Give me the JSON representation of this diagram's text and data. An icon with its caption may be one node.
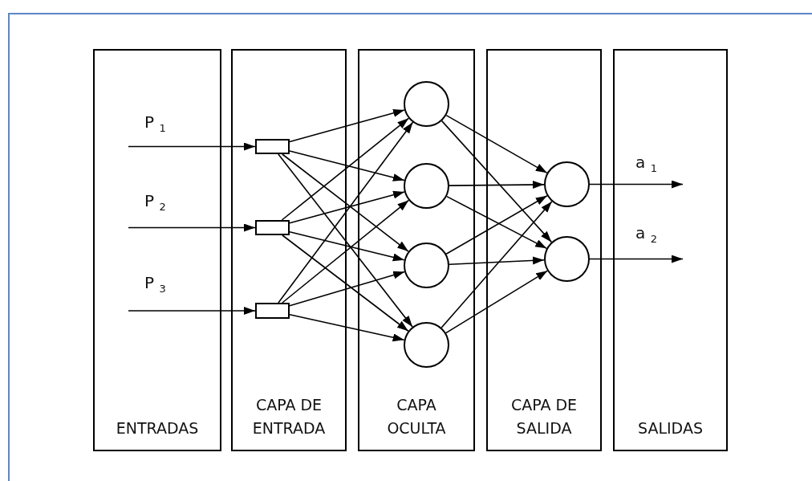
{
  "diagram": {
    "nodes": [
      {
        "text": [
          "ENTRADAS"
        ]
      },
      {
        "text": [
          "CAPA DE ENTRADA"
        ]
      },
      {
        "text": [
          "CAPA OCULTA"
        ]
      },
      {
        "text": [
          "CAPA DE SALIDA"
        ]
      },
      {
        "text": [
          "SALIDAS"
        ]
      },
      {
        "text": [],
        "shape": "box",
        "in": 1
      },
      {
        "text": [],
        "shape": "box",
        "in": 1
      },
      {
        "text": [],
        "shape": "box",
        "in": 1
      },
      {
        "text": [],
        "shape": "circle",
        "in": 2
      },
      {
        "text": [],
        "shape": "circle",
        "in": 2
      },
      {
        "text": [],
        "shape": "circle",
        "in": 2
      },
      {
        "text": [],
        "shape": "circle",
        "in": 2
      },
      {
        "text": [],
        "shape": "circle",
        "in": 3
      },
      {
        "text": [],
        "shape": "circle",
        "in": 3
      }
    ],
    "edges": [
      {
        "from": 0,
        "to": 5,
        "arrow": "to",
        "label": "P $_{1}$"
      },
      {
        "from": 0,
        "to": 6,
        "arrow": "to",
        "label": "P $_{2}$"
      },
      {
        "from": 0,
        "to": 7,
        "arrow": "to",
        "label": "P $_{3}$"
      },
      {
        "from": 5,
        "to": 8,
        "arrow": "to"
      },
      {
        "from": 5,
        "to": 9,
        "arrow": "to"
      },
      {
        "from": 5,
        "to": 10,
        "arrow": "to"
      },
      {
        "from": 5,
        "to": 11,
        "arrow": "to"
      },
      {
        "from": 6,
        "to": 8,
        "arrow": "to"
      },
      {
        "from": 6,
        "to": 9,
        "arrow": "to"
      },
      {
        "from": 6,
        "to": 10,
        "arrow": "to"
      },
      {
        "from": 6,
        "to": 11,
        "arrow": "to"
      },
      {
        "from": 7,
        "to": 8,
        "arrow": "to"
      },
      {
        "from": 7,
        "to": 9,
        "arrow": "to"
      },
      {
        "from": 7,
        "to": 10,
        "arrow": "to"
      },
      {
        "from": 7,
        "to": 11,
        "arrow": "to"
      },
      {
        "from": 8,
        "to": 12,
        "arrow": "to"
      },
      {
        "from": 8,
        "to": 13,
        "arrow": "to"
      },
      {
        "from": 9,
        "to": 12,
        "arrow": "to"
      },
      {
        "from": 9,
        "to": 13,
        "arrow": "to"
      },
      {
        "from": 10,
        "to": 12,
        "arrow": "to"
      },
      {
        "from": 10,
        "to": 13,
        "arrow": "to"
      },
      {
        "from": 11,
        "to": 12,
        "arrow": "to"
      },
      {
        "from": 11,
        "to": 13,
        "arrow": "to"
      },
      {
        "from": 12,
        "to": 4,
        "arrow": "to",
        "label": "a $_{1}$"
      },
      {
        "from": 13,
        "to": 4,
        "arrow": "to",
        "label": "a $_{2}$"
      }
    ]
  }
}
